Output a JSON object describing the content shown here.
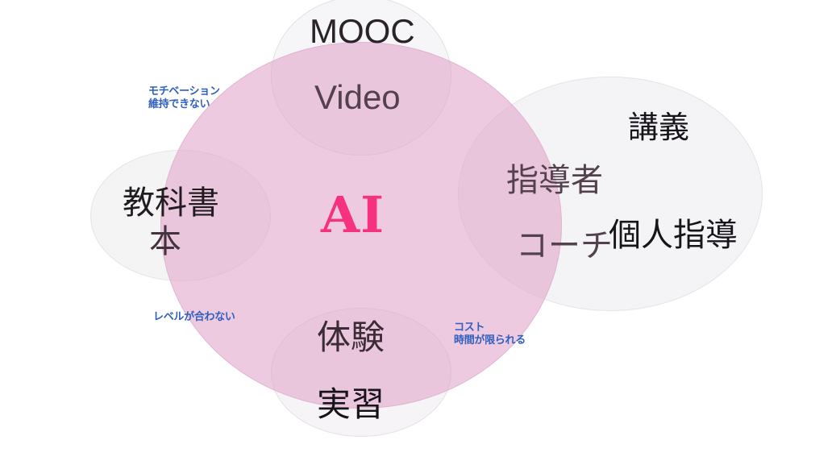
{
  "diagram": {
    "type": "venn-overlap-diagram",
    "background_color": "#ffffff",
    "center": {
      "label": "AI",
      "color": "#f6317f",
      "shape": "large-pink-ellipse",
      "fill_color": "#e2aacd"
    },
    "lobes": [
      {
        "id": "top",
        "shape": "ellipse",
        "fill_color": "#f6f5f7",
        "items": [
          "MOOC",
          "Video"
        ]
      },
      {
        "id": "left",
        "shape": "ellipse",
        "fill_color": "#f5f4f5",
        "items": [
          "教科書",
          "本"
        ]
      },
      {
        "id": "bottom",
        "shape": "ellipse",
        "fill_color": "#f6f4f7",
        "items": [
          "体験",
          "実習"
        ]
      },
      {
        "id": "right",
        "shape": "ellipse",
        "fill_color": "#f4f3f5",
        "items": [
          "指導者",
          "コーチ",
          "講義",
          "個人指導"
        ]
      }
    ],
    "labels": {
      "mooc": "MOOC",
      "video": "Video",
      "kyokasho": "教科書",
      "hon": "本",
      "ai": "AI",
      "taiken": "体験",
      "jisshu": "実習",
      "shidousha": "指導者",
      "coach": "コーチ",
      "kougi": "講義",
      "kojin_shidou": "個人指導"
    },
    "annotations": {
      "color": "#2f5fbe",
      "motivation": {
        "line1": "モチベーション",
        "line2": "維持できない"
      },
      "level": {
        "line1": "レベルが合わない"
      },
      "cost": {
        "line1": "コスト",
        "line2": "時間が限られる"
      }
    }
  }
}
